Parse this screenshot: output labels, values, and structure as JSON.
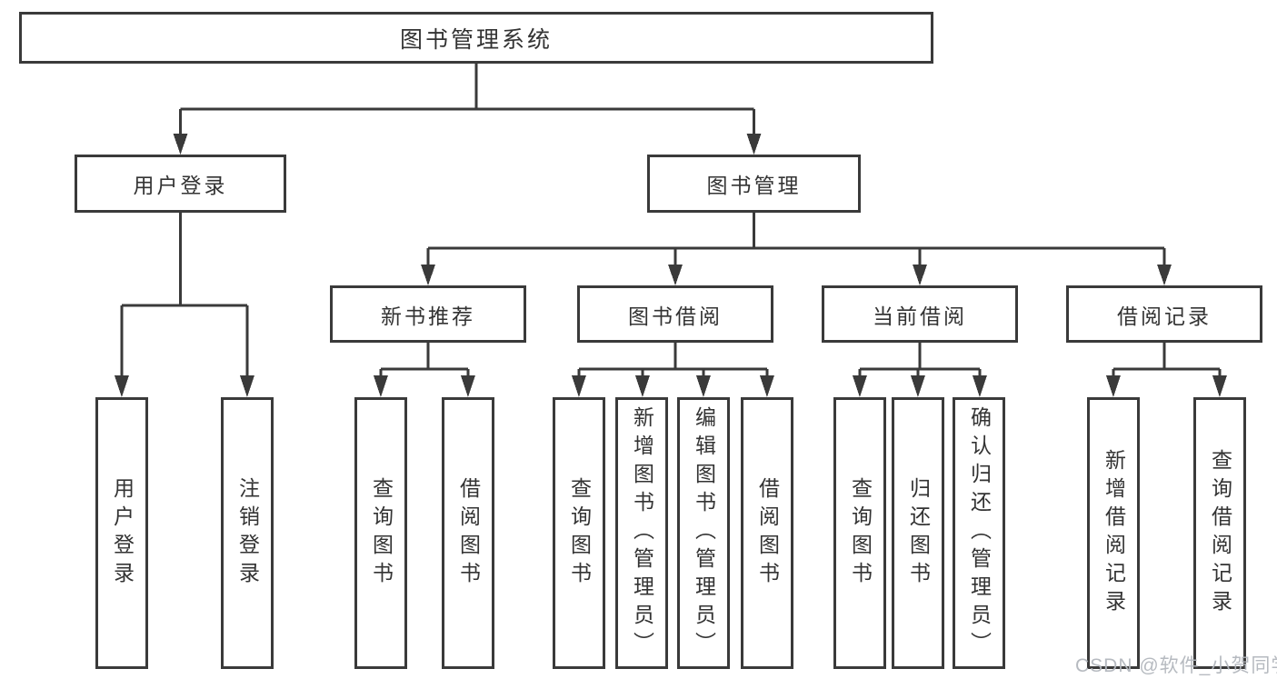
{
  "diagram": {
    "root": {
      "label": "图书管理系统",
      "children": [
        {
          "label": "用户登录",
          "children": [
            {
              "label": "用户登录"
            },
            {
              "label": "注销登录"
            }
          ]
        },
        {
          "label": "图书管理",
          "children": [
            {
              "label": "新书推荐",
              "children": [
                {
                  "label": "查询图书"
                },
                {
                  "label": "借阅图书"
                }
              ]
            },
            {
              "label": "图书借阅",
              "children": [
                {
                  "label": "查询图书"
                },
                {
                  "label": "新增图书（管理员）"
                },
                {
                  "label": "编辑图书（管理员）"
                },
                {
                  "label": "借阅图书"
                }
              ]
            },
            {
              "label": "当前借阅",
              "children": [
                {
                  "label": "查询图书"
                },
                {
                  "label": "归还图书"
                },
                {
                  "label": "确认归还（管理员）"
                }
              ]
            },
            {
              "label": "借阅记录",
              "children": [
                {
                  "label": "新增借阅记录"
                },
                {
                  "label": "查询借阅记录"
                }
              ]
            }
          ]
        }
      ]
    }
  },
  "watermark": {
    "text": "CSDN @软件_小贺同学"
  },
  "colors": {
    "line": "#3a3a3a",
    "box_border": "#3a3a3a",
    "box_background": "#ffffff",
    "text": "#333333",
    "watermark": "#b3b7bd",
    "page_background": "#ffffff"
  }
}
